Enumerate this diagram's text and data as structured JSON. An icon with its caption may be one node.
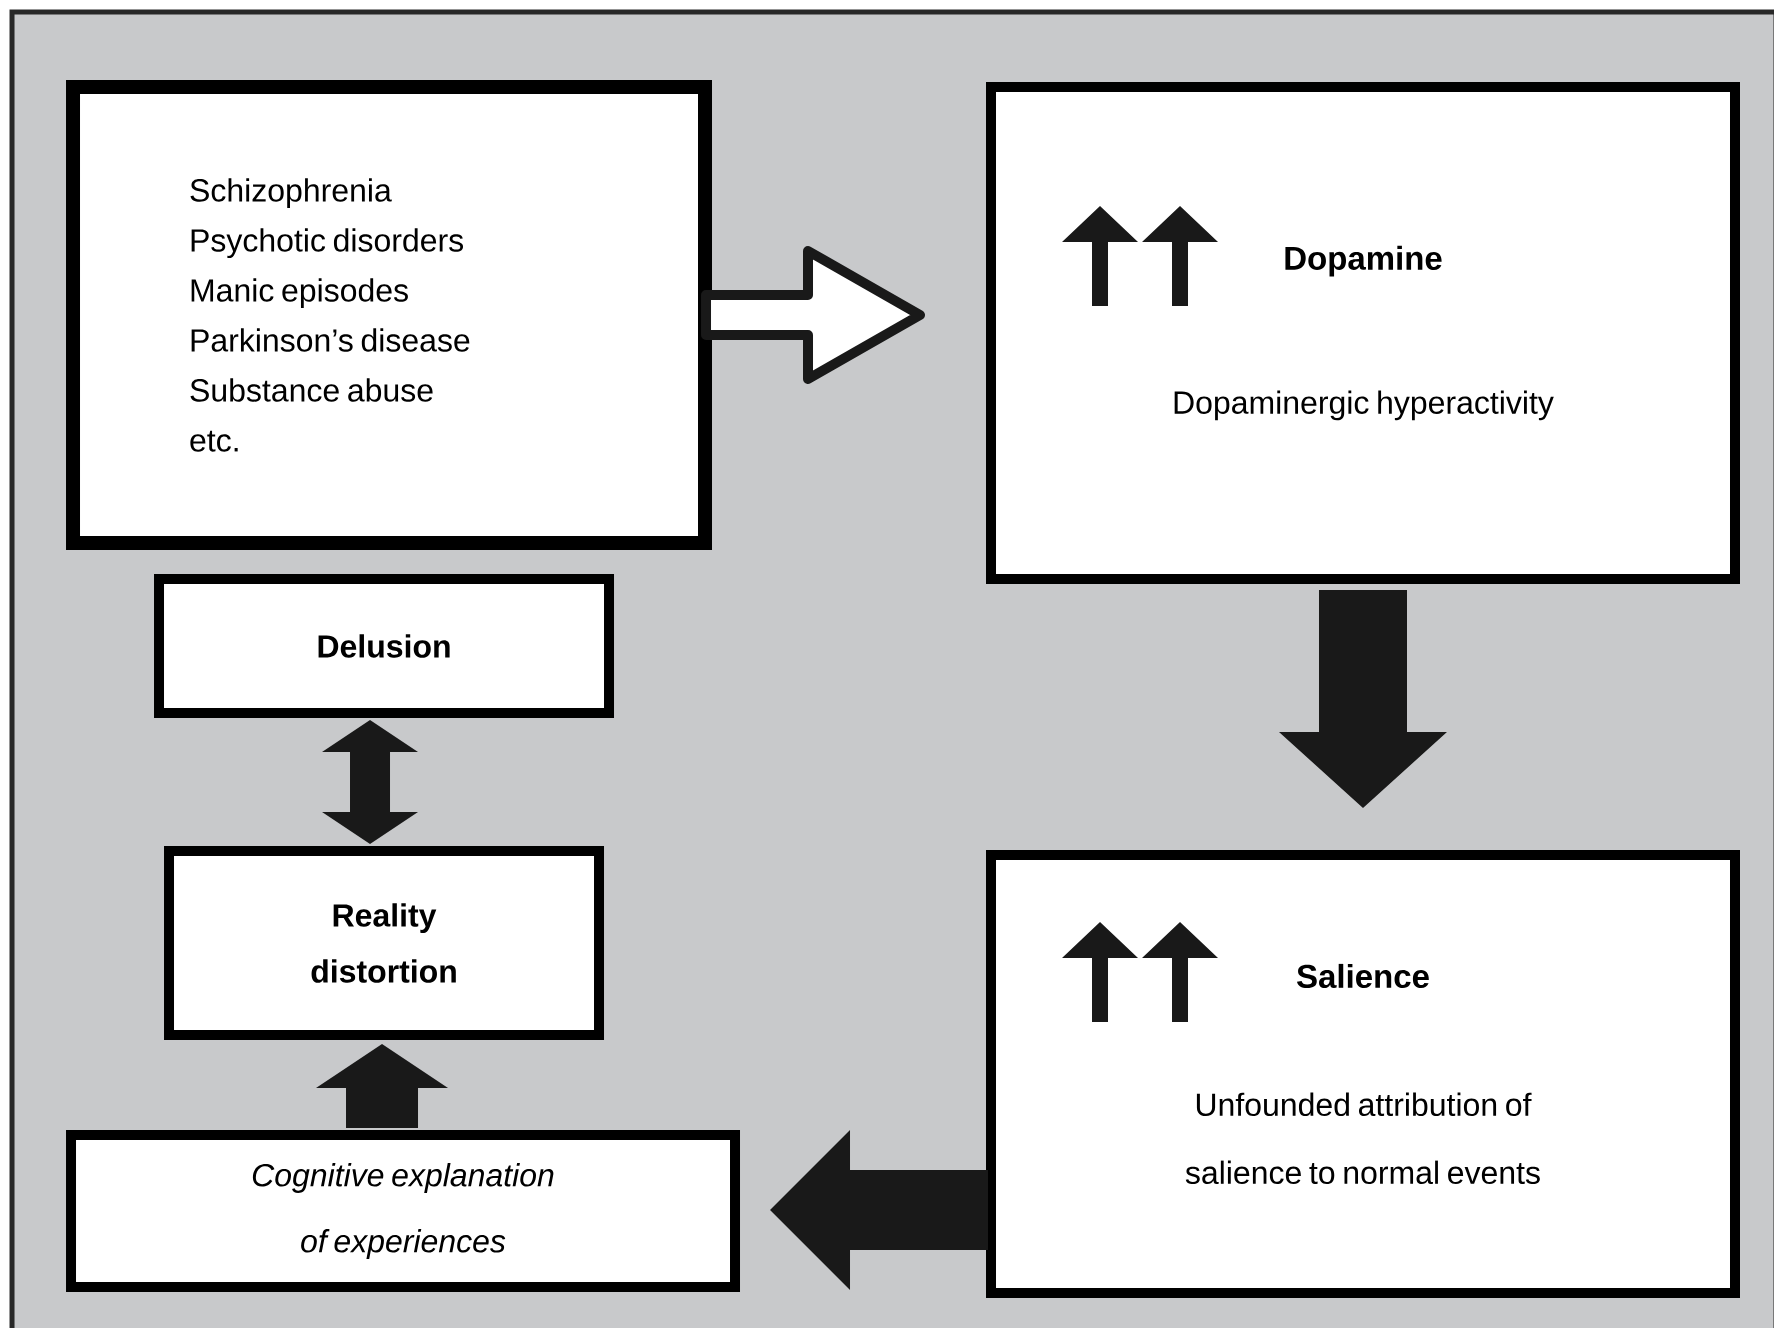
{
  "diagram": {
    "nodes": [
      {
        "text": [
          "Schizophrenia",
          "Psychotic disorders",
          "Manic episodes",
          "Parkinson’s disease",
          "Substance abuse",
          "etc."
        ]
      },
      {
        "text": [
          "Dopamine",
          "Dopaminergic hyperactivity"
        ]
      },
      {
        "text": [
          "Salience",
          "Unfounded attribution of salience to normal events"
        ]
      },
      {
        "text": [
          "Cognitive explanation of experiences"
        ]
      },
      {
        "text": [
          "Reality distortion"
        ]
      },
      {
        "text": [
          "Delusion"
        ]
      }
    ],
    "edges": [
      {
        "from": 0,
        "to": 1,
        "arrow": "to"
      },
      {
        "from": 1,
        "to": 2,
        "arrow": "to"
      },
      {
        "from": 2,
        "to": 3,
        "arrow": "to"
      },
      {
        "from": 3,
        "to": 4,
        "arrow": "to"
      },
      {
        "from": 5,
        "to": 4,
        "arrow": "both"
      }
    ]
  }
}
